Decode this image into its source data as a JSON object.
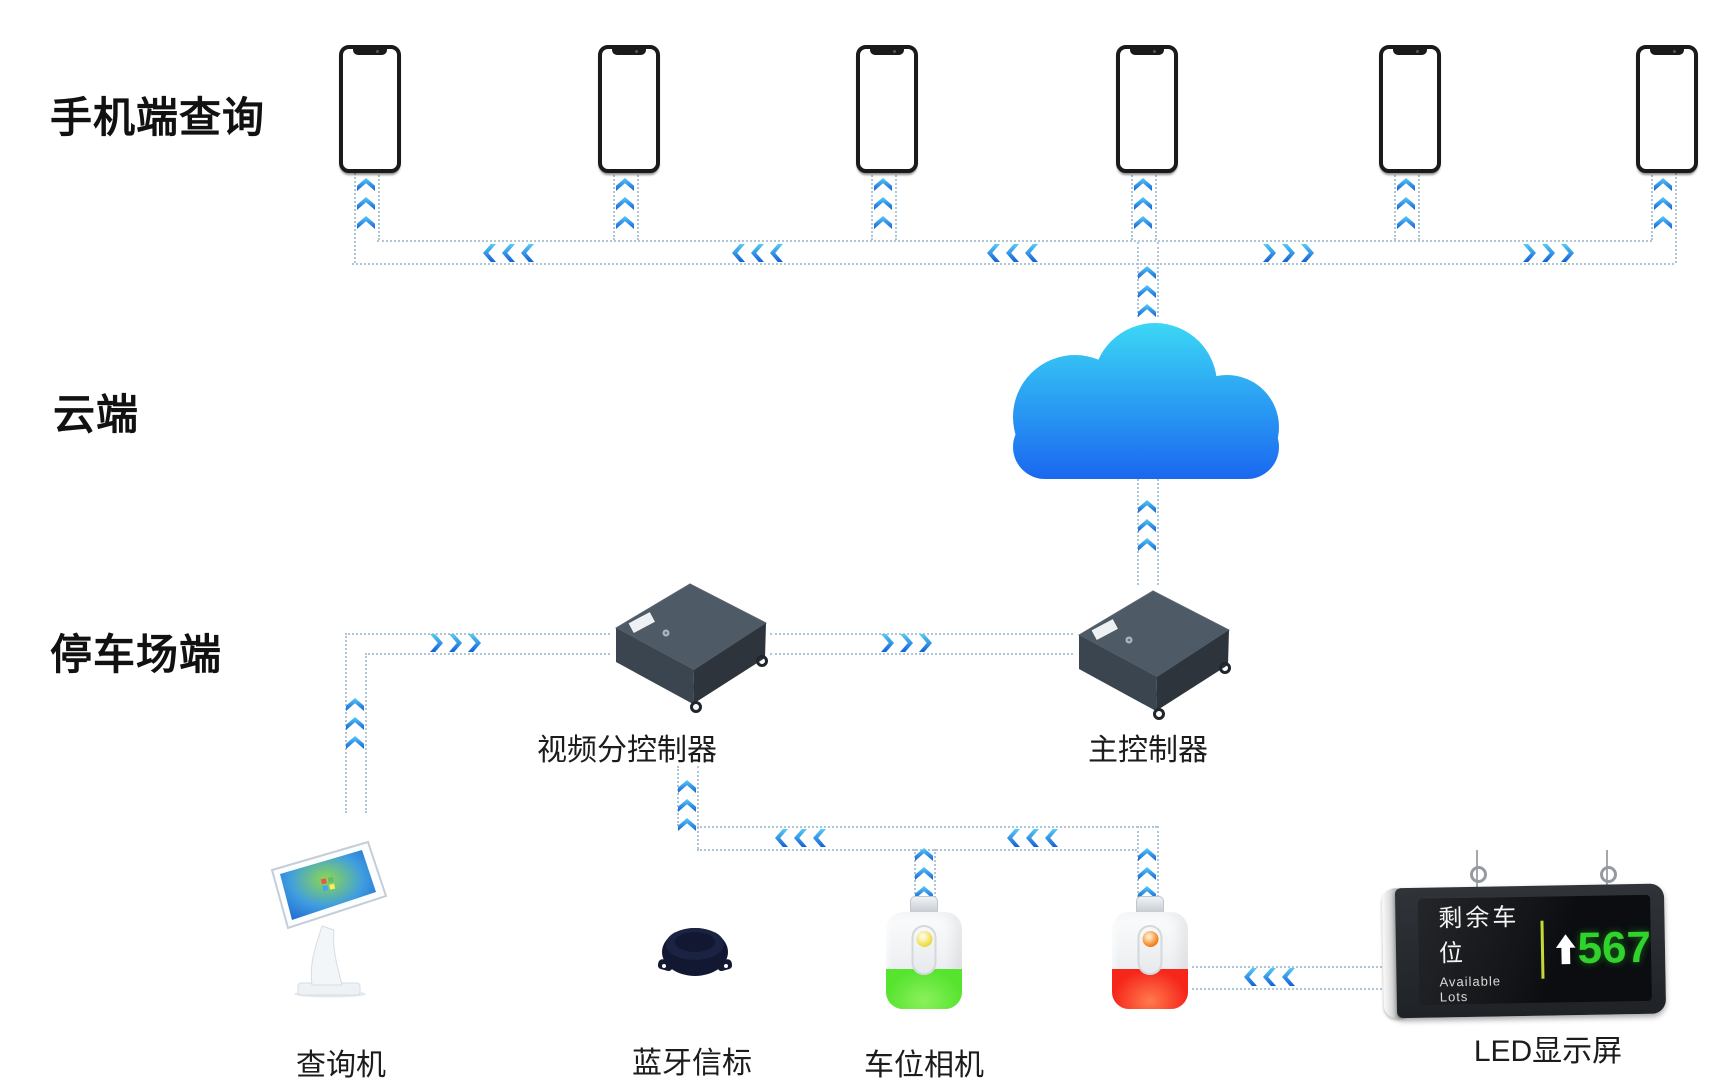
{
  "rows": {
    "mobile": "手机端查询",
    "cloud": "云端",
    "parking": "停车场端"
  },
  "devices": {
    "video_controller": {
      "label": "视频分控制器"
    },
    "main_controller": {
      "label": "主控制器"
    },
    "kiosk": {
      "label": "查询机"
    },
    "beacon": {
      "label": "蓝牙信标"
    },
    "camera": {
      "label": "车位相机"
    },
    "led_display": {
      "label": "LED显示屏"
    }
  },
  "led_screen": {
    "title_cn": "剩余车位",
    "title_en": "Available Lots",
    "count": "567"
  },
  "phones": {
    "count": 6
  },
  "colors": {
    "arrow_start": "#58CBF6",
    "arrow_end": "#1261D8",
    "dotted_line": "#AEC6D9",
    "cloud_top": "#3DDDF5",
    "cloud_bottom": "#1A66F0",
    "camera_green": "#57E42F",
    "camera_green_light": "#8BF05C",
    "camera_red": "#F6261B",
    "camera_red_light": "#FF7A4D",
    "led_count": "#2FD32B"
  }
}
